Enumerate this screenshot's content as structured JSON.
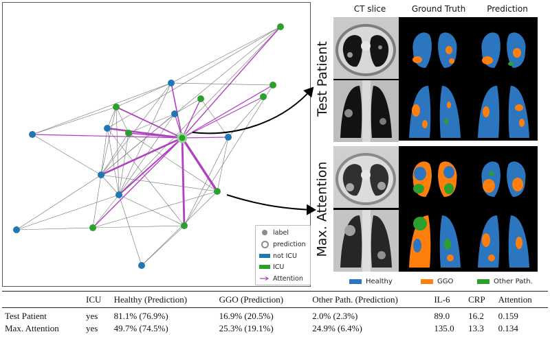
{
  "graph": {
    "legend": {
      "label": "label",
      "prediction": "prediction",
      "not_icu": "not ICU",
      "icu": "ICU",
      "attention": "Attention"
    },
    "colors": {
      "not_icu": "#1f77b4",
      "icu": "#2ca02c",
      "attention": "#b040c0",
      "label_gray": "#8a8a8a"
    }
  },
  "ct_panel": {
    "headers": [
      "CT slice",
      "Ground Truth",
      "Prediction"
    ],
    "rows": [
      "Test Patient",
      "Max. Attention"
    ],
    "legend": [
      "Healthy",
      "GGO",
      "Other Path."
    ],
    "colors": {
      "healthy": "#2b76bf",
      "ggo": "#ff7f0e",
      "other": "#2ca02c"
    }
  },
  "table": {
    "headers": [
      "",
      "ICU",
      "Healthy (Prediction)",
      "GGO (Prediction)",
      "Other Path. (Prediction)",
      "IL-6",
      "CRP",
      "Attention"
    ],
    "rows": [
      [
        "Test Patient",
        "yes",
        "81.1% (76.9%)",
        "16.9% (20.5%)",
        "2.0% (2.3%)",
        "89.0",
        "16.2",
        "0.159"
      ],
      [
        "Max. Attention",
        "yes",
        "49.7% (74.5%)",
        "25.3% (19.1%)",
        "24.9% (6.4%)",
        "135.0",
        "13.3",
        "0.134"
      ]
    ]
  }
}
